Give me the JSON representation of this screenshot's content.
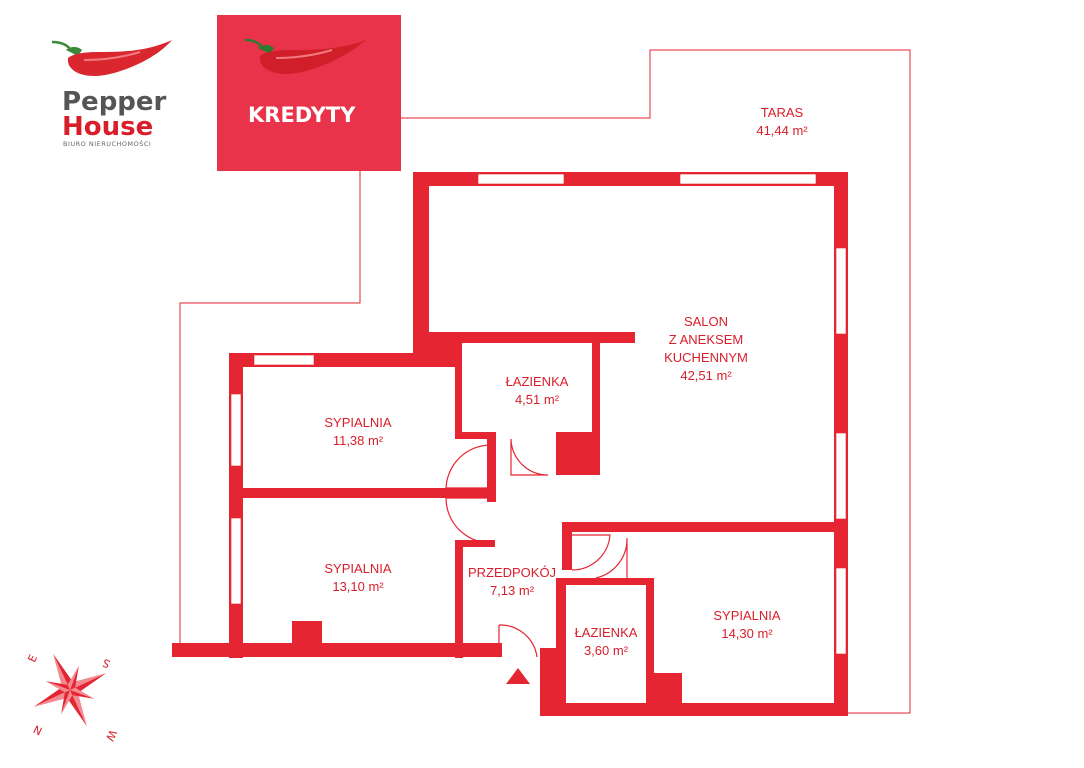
{
  "brand": {
    "line1": "Pepper",
    "line2": "House",
    "tagline": "BIURO NIERUCHOMOŚCI"
  },
  "banner": {
    "label": "KREDYTY",
    "color": "#e8334a"
  },
  "colors": {
    "wall": "#e52531",
    "text": "#d81e2a",
    "outline": "#e52531"
  },
  "rooms": {
    "taras": {
      "name": "TARAS",
      "area": "41,44 m²"
    },
    "salon": {
      "line1": "SALON",
      "line2": "Z ANEKSEM",
      "line3": "KUCHENNYM",
      "area": "42,51 m²"
    },
    "lazienka1": {
      "name": "ŁAZIENKA",
      "area": "4,51 m²"
    },
    "sypialnia1": {
      "name": "SYPIALNIA",
      "area": "11,38 m²"
    },
    "sypialnia2": {
      "name": "SYPIALNIA",
      "area": "13,10 m²"
    },
    "przedpokoj": {
      "name": "PRZEDPOKÓJ",
      "area": "7,13 m²"
    },
    "lazienka2": {
      "name": "ŁAZIENKA",
      "area": "3,60 m²"
    },
    "sypialnia3": {
      "name": "SYPIALNIA",
      "area": "14,30 m²"
    }
  },
  "compass": {
    "n": "N",
    "s": "S",
    "e": "E",
    "w": "W"
  }
}
